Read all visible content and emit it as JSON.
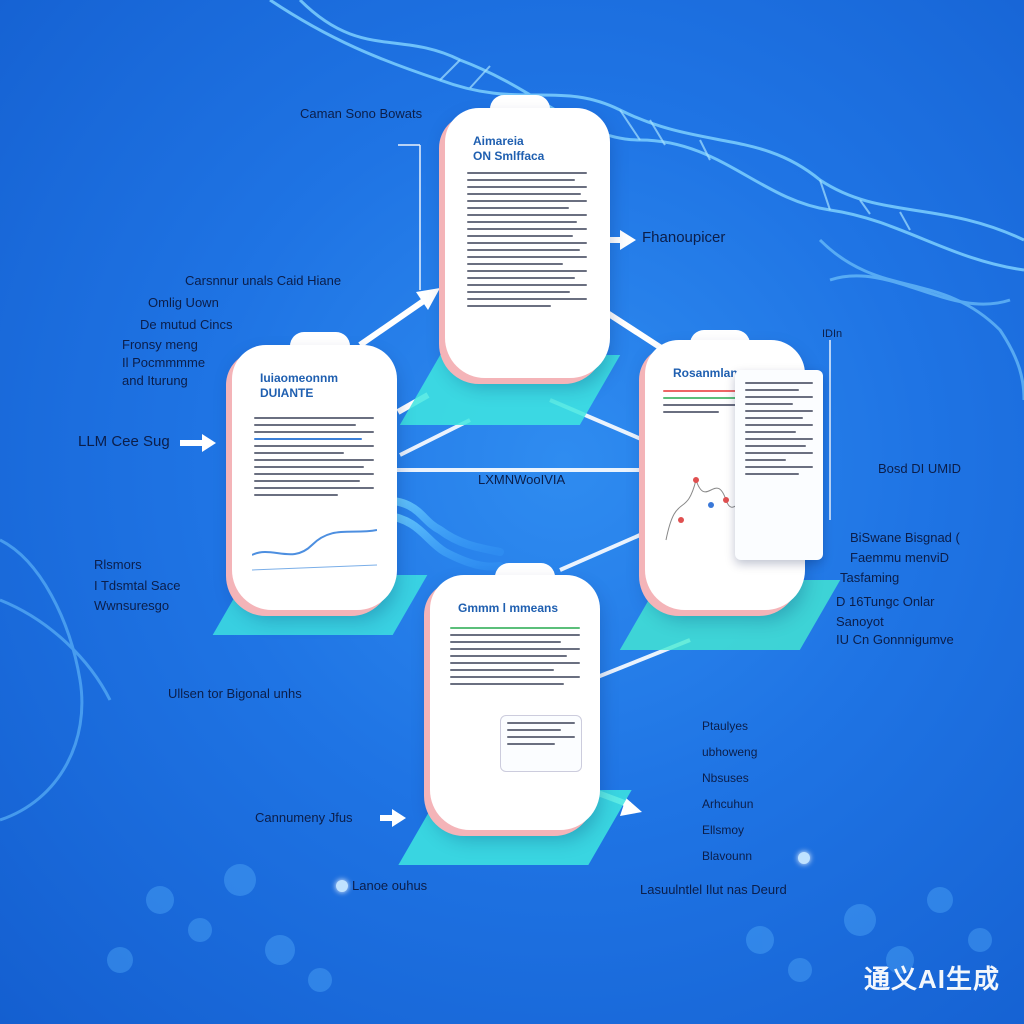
{
  "labels": {
    "top_title": "Caman Sono Bowats",
    "right_top": "Fhanoupicer",
    "left_block1": [
      "Carsnnur unals Caid Hiane",
      "Omlig Uown",
      "De mutud Cincs",
      "Fronsy meng",
      "Il Pocmmmme",
      "and Iturung"
    ],
    "llm_stage": "LLM Cee Sug",
    "center_link": "LXMNWooIVIA",
    "left_bullets": [
      "Rlsmors",
      "I Tdsmtal Sace",
      "Wwnsuresgo"
    ],
    "left_bottom": "Ullsen tor Bigonal unhs",
    "bottom_left": "Cannumeny Jfus",
    "bottom_center": "Lanoe ouhus",
    "right_label": "Bosd DI UMID",
    "right_bullets": [
      "BiSwane Bisgnad (",
      "Faemmu menviD",
      "Tasfaming",
      "D 16Tungc Onlar",
      "Sanoyot",
      "IU Cn Gonnnigumve"
    ],
    "right_top_small": "IDIn",
    "bottom_right": "Lasuulntlel Ilut nas Deurd",
    "stack_right": [
      "Ptaulyes",
      "ubhoweng",
      "Nbsuses",
      "Arhcuhun",
      "Ellsmoy",
      "Blavounn"
    ]
  },
  "cards": {
    "top_title": "Aimareia\nON Smlffaca",
    "left_title": "Iuiaomeonnm\nDUIANTE",
    "right_title": "Rosanmlansens",
    "bottom_title": "Gmmm l mmeans"
  },
  "watermark": "通义AI生成",
  "colors": {
    "background": "#1f74e4",
    "platform": "#3ee6e0",
    "card_edge": "#f4b4b8",
    "text": "#0b1e4a"
  }
}
